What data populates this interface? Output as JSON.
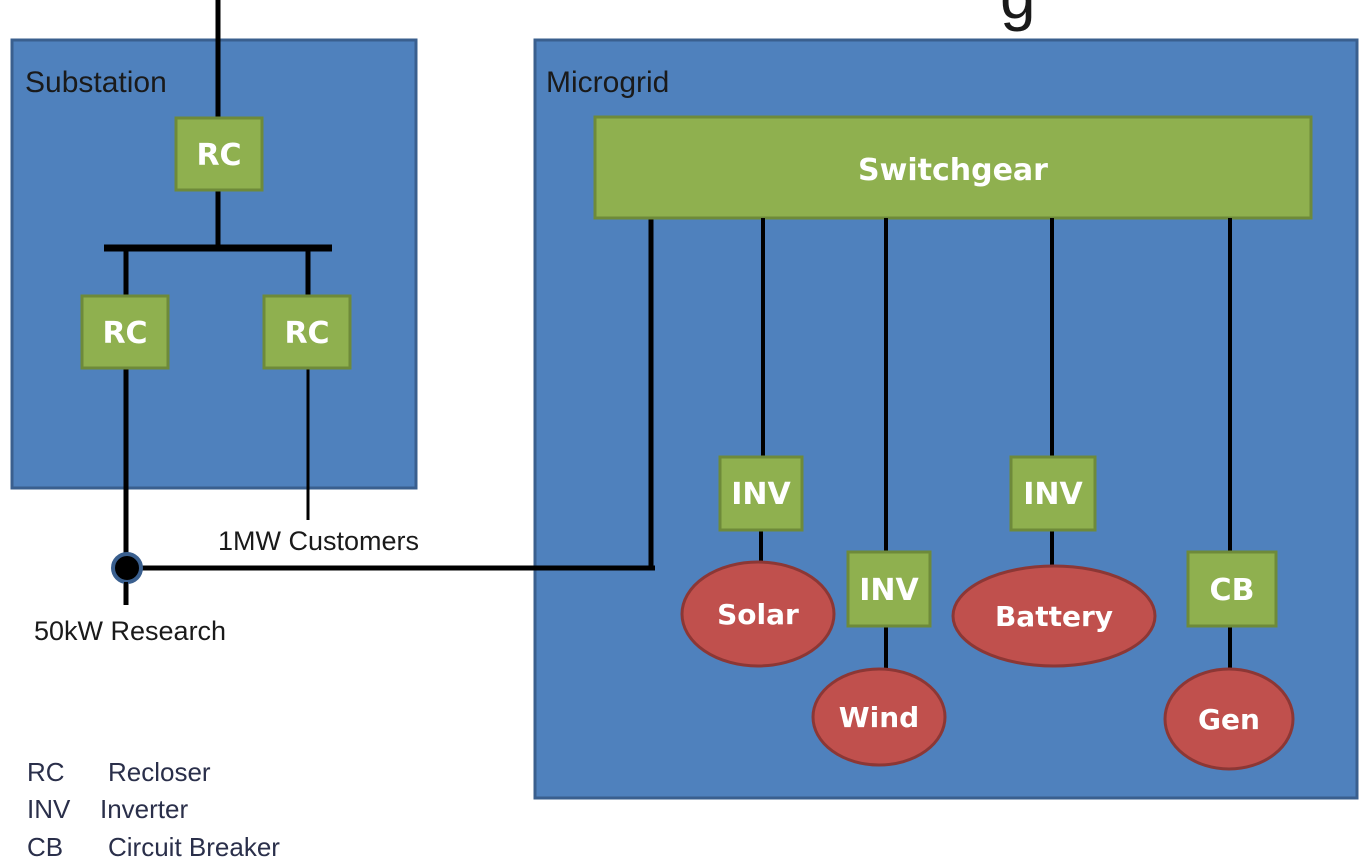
{
  "title_fragment": "g",
  "substation": {
    "label": "Substation",
    "recloser_top": "RC",
    "recloser_left": "RC",
    "recloser_right": "RC"
  },
  "microgrid": {
    "label": "Microgrid",
    "switchgear": "Switchgear",
    "inverters": [
      "INV",
      "INV",
      "INV"
    ],
    "breaker": "CB",
    "sources": {
      "solar": "Solar",
      "wind": "Wind",
      "battery": "Battery",
      "gen": "Gen"
    }
  },
  "feeders": {
    "customers": "1MW Customers",
    "research": "50kW Research"
  },
  "legend": [
    {
      "abbr": "RC",
      "meaning": "Recloser"
    },
    {
      "abbr": "INV",
      "meaning": "Inverter"
    },
    {
      "abbr": "CB",
      "meaning": "Circuit Breaker"
    }
  ],
  "colors": {
    "region_fill": "#4f81bd",
    "region_stroke": "#3a5f8e",
    "box_fill": "#8fb04f",
    "box_stroke": "#6e8a3a",
    "source_fill": "#c0504d",
    "source_stroke": "#8c3735",
    "line": "#000000"
  }
}
